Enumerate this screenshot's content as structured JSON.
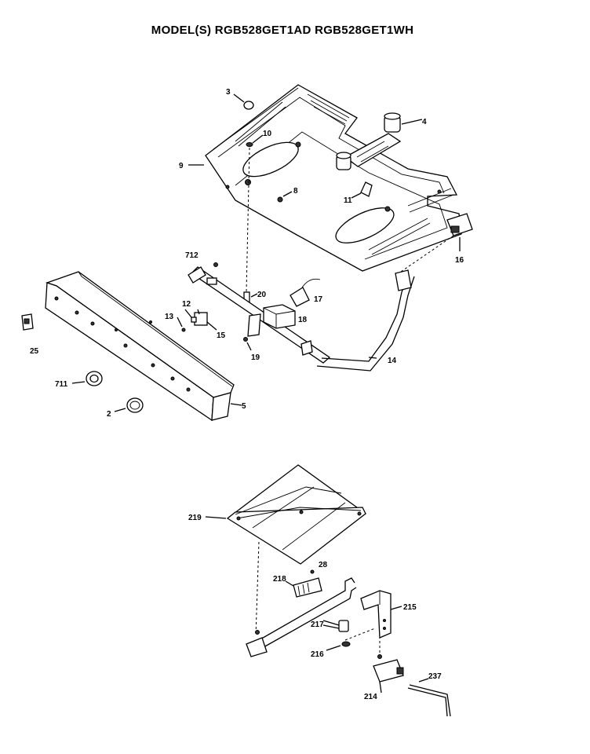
{
  "title": "MODEL(S) RGB528GET1AD  RGB528GET1WH",
  "labels": {
    "l3": "3",
    "l4": "4",
    "l10": "10",
    "l9": "9",
    "l8": "8",
    "l11": "11",
    "l16": "16",
    "l712": "712",
    "l20": "20",
    "l17": "17",
    "l18": "18",
    "l12": "12",
    "l13": "13",
    "l15": "15",
    "l19": "19",
    "l14": "14",
    "l25": "25",
    "l711": "711",
    "l5": "5",
    "l2": "2",
    "l219": "219",
    "l28": "28",
    "l218": "218",
    "l215": "215",
    "l217": "217",
    "l216": "216",
    "l237": "237",
    "l214": "214"
  }
}
